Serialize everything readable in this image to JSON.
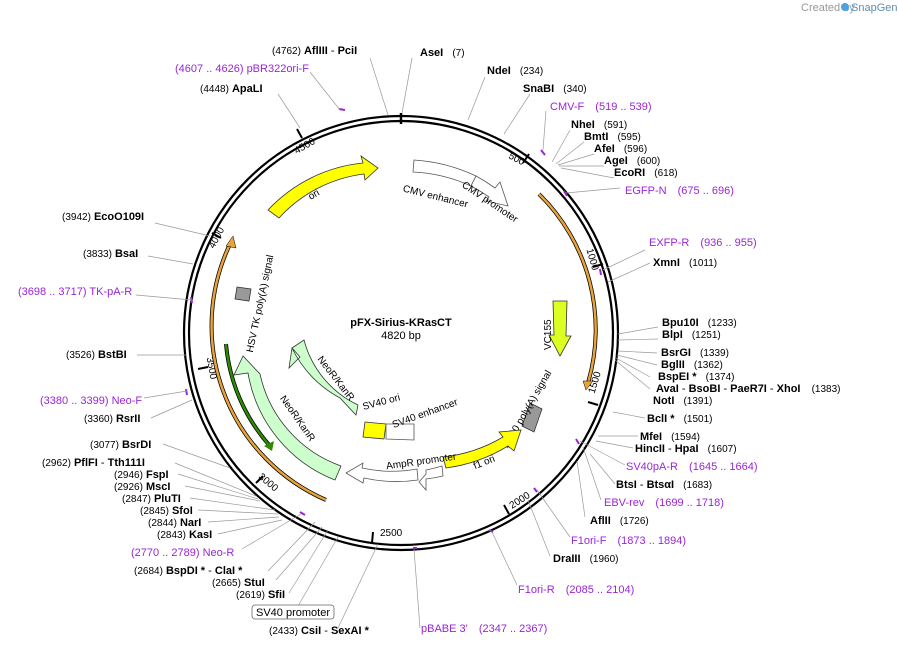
{
  "brand": {
    "prefix": "Created by",
    "name": "SnapGene"
  },
  "plasmid": {
    "name": "pFX-Sirius-KRasCT",
    "size": "4820 bp"
  },
  "ticks": [
    "500",
    "1000",
    "1500",
    "2000",
    "2500",
    "3000",
    "3500",
    "4000",
    "4500"
  ],
  "colors": {
    "primer": "#9a26d6",
    "ori": "#ffff00",
    "f1ori": "#ffff00",
    "vc155": "#ddff22",
    "neo": "#ccffcc",
    "orange": "#e8a33b",
    "green": "#2e8b00",
    "gray": "#999999"
  },
  "features": {
    "ori": "ori",
    "cmv_enhancer": "CMV enhancer",
    "cmv_promoter": "CMV promoter",
    "vc155": "VC155",
    "sv40_polya": "SV40 poly(A) signal",
    "f1_ori": "f1 ori",
    "ampr_promoter": "AmpR promoter",
    "sv40_ori": "SV40 ori",
    "sv40_enhancer": "SV40 enhancer",
    "neor_inner": "NeoR/KanR",
    "neor_outer": "NeoR/KanR",
    "hsv_tk": "HSV TK poly(A) signal",
    "sv40_promoter": "SV40 promoter"
  },
  "labels": {
    "aflIII_pciI": {
      "pos": "(4762)",
      "name": "AflIII",
      "sep": " - ",
      "name2": "PciI"
    },
    "aseI": {
      "name": "AseI",
      "pos": "(7)"
    },
    "pbr322": {
      "pos": "(4607 .. 4626)",
      "name": "pBR322ori-F"
    },
    "ndeI": {
      "name": "NdeI",
      "pos": "(234)"
    },
    "apaLI": {
      "pos": "(4448)",
      "name": "ApaLI"
    },
    "snaBI": {
      "name": "SnaBI",
      "pos": "(340)"
    },
    "cmvF": {
      "name": "CMV-F",
      "pos": "(519 .. 539)"
    },
    "nheI": {
      "name": "NheI",
      "pos": "(591)"
    },
    "bmtI": {
      "name": "BmtI",
      "pos": "(595)"
    },
    "afeI": {
      "name": "AfeI",
      "pos": "(596)"
    },
    "ageI": {
      "name": "AgeI",
      "pos": "(600)"
    },
    "ecoRI": {
      "name": "EcoRI",
      "pos": "(618)"
    },
    "egfpN": {
      "name": "EGFP-N",
      "pos": "(675 .. 696)"
    },
    "ecoO109I": {
      "pos": "(3942)",
      "name": "EcoO109I"
    },
    "exfpR": {
      "name": "EXFP-R",
      "pos": "(936 .. 955)"
    },
    "bsaI": {
      "pos": "(3833)",
      "name": "BsaI"
    },
    "xmnI": {
      "name": "XmnI",
      "pos": "(1011)"
    },
    "tkpaR": {
      "pos": "(3698 .. 3717)",
      "name": "TK-pA-R"
    },
    "bpu10I": {
      "name": "Bpu10I",
      "pos": "(1233)"
    },
    "blpI": {
      "name": "BlpI",
      "pos": "(1251)"
    },
    "bstBI": {
      "pos": "(3526)",
      "name": "BstBI"
    },
    "bsrGI": {
      "name": "BsrGI",
      "pos": "(1339)"
    },
    "bglII": {
      "name": "BglII",
      "pos": "(1362)"
    },
    "bspEI": {
      "name": "BspEI *",
      "pos": "(1374)"
    },
    "avaI": {
      "name": "AvaI",
      "sep1": " - ",
      "name2": "BsoBI",
      "sep2": " - ",
      "name3": "PaeR7I",
      "sep3": " - ",
      "name4": "XhoI",
      "pos": "(1383)"
    },
    "notI": {
      "name": "NotI",
      "pos": "(1391)"
    },
    "neoF": {
      "pos": "(3380 .. 3399)",
      "name": "Neo-F"
    },
    "rsrII": {
      "pos": "(3360)",
      "name": "RsrII"
    },
    "bclI": {
      "name": "BclI *",
      "pos": "(1501)"
    },
    "bsrDI": {
      "pos": "(3077)",
      "name": "BsrDI"
    },
    "mfeI": {
      "name": "MfeI",
      "pos": "(1594)"
    },
    "hincII": {
      "name": "HincII",
      "sep": " - ",
      "name2": "HpaI",
      "pos": "(1607)"
    },
    "pflFI": {
      "pos": "(2962)",
      "name": "PflFI",
      "sep": " - ",
      "name2": "Tth111I"
    },
    "sv40paR": {
      "name": "SV40pA-R",
      "pos": "(1645 .. 1664)"
    },
    "fspI": {
      "pos": "(2946)",
      "name": "FspI"
    },
    "mscI": {
      "pos": "(2926)",
      "name": "MscI"
    },
    "btsI": {
      "name": "BtsI",
      "sep": " - ",
      "name2": "BtsαI",
      "pos": "(1683)"
    },
    "pluTI": {
      "pos": "(2847)",
      "name": "PluTI"
    },
    "ebvRev": {
      "name": "EBV-rev",
      "pos": "(1699 .. 1718)"
    },
    "sfoI": {
      "pos": "(2845)",
      "name": "SfoI"
    },
    "narI": {
      "pos": "(2844)",
      "name": "NarI"
    },
    "aflII": {
      "name": "AflII",
      "pos": "(1726)"
    },
    "kasI": {
      "pos": "(2843)",
      "name": "KasI"
    },
    "f1oriF": {
      "name": "F1ori-F",
      "pos": "(1873 .. 1894)"
    },
    "neoR": {
      "pos": "(2770 .. 2789)",
      "name": "Neo-R"
    },
    "draIII": {
      "name": "DraIII",
      "pos": "(1960)"
    },
    "bspDI": {
      "pos": "(2684)",
      "name": "BspDI *",
      "sep": " - ",
      "name2": "ClaI *"
    },
    "stuI": {
      "pos": "(2665)",
      "name": "StuI"
    },
    "f1oriR": {
      "name": "F1ori-R",
      "pos": "(2085 .. 2104)"
    },
    "sfiI": {
      "pos": "(2619)",
      "name": "SfiI"
    },
    "csiI": {
      "pos": "(2433)",
      "name": "CsiI",
      "sep": " - ",
      "name2": "SexAI *"
    },
    "pbabe": {
      "name": "pBABE 3'",
      "pos": "(2347 .. 2367)"
    }
  }
}
